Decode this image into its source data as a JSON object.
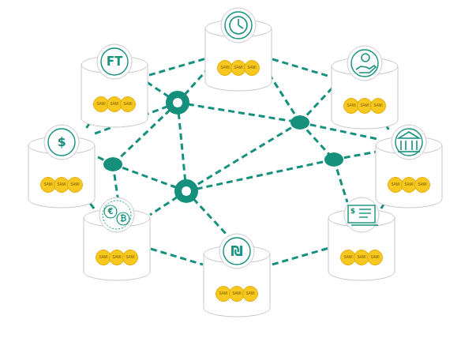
{
  "diagram": {
    "nodes": [
      {
        "text": [
          "SAMI",
          "SAMI",
          "SAMI"
        ]
      },
      {
        "text": [
          "FT",
          "SAMI",
          "SAMI",
          "SAMI"
        ]
      },
      {
        "text": [
          "SAMI",
          "SAMI",
          "SAMI"
        ]
      },
      {
        "text": [
          "$",
          "SAMI",
          "SAMI",
          "SAMI"
        ]
      },
      {
        "text": [
          "SAMI",
          "SAMI",
          "SAMI"
        ]
      },
      {
        "text": [
          "€",
          "₿",
          "SAMI",
          "SAMI",
          "SAMI"
        ]
      },
      {
        "text": [
          "$",
          "SAMI",
          "SAMI",
          "SAMI"
        ]
      },
      {
        "text": [
          "₪",
          "SAMI",
          "SAMI",
          "SAMI"
        ]
      }
    ],
    "edges": [
      {
        "from": 0,
        "to": 1,
        "arrow": "none"
      },
      {
        "from": 0,
        "to": 2,
        "arrow": "none"
      },
      {
        "from": 1,
        "to": 3,
        "arrow": "none"
      },
      {
        "from": 2,
        "to": 4,
        "arrow": "none"
      },
      {
        "from": 3,
        "to": 5,
        "arrow": "none"
      },
      {
        "from": 4,
        "to": 6,
        "arrow": "none"
      },
      {
        "from": 5,
        "to": 7,
        "arrow": "none"
      },
      {
        "from": 6,
        "to": 7,
        "arrow": "none"
      }
    ]
  }
}
